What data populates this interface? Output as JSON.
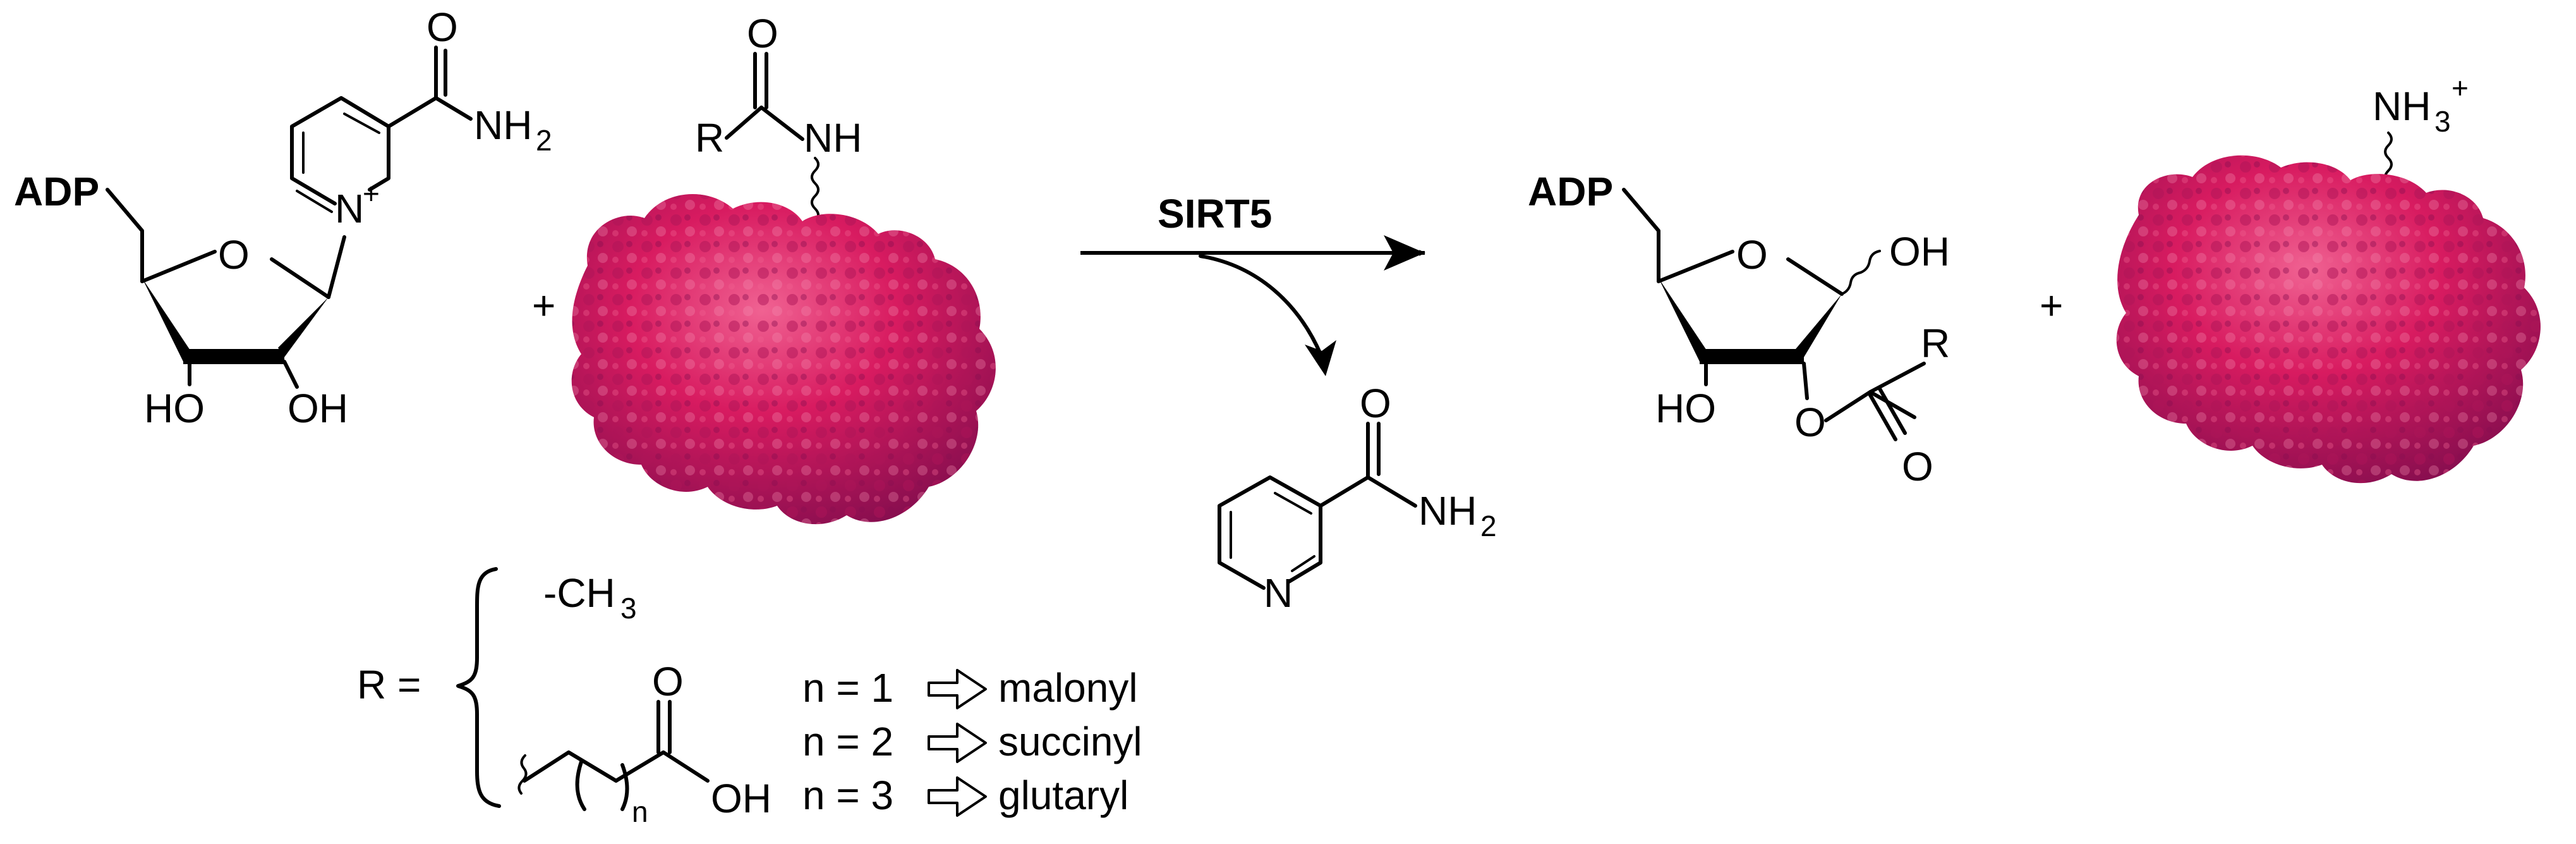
{
  "colors": {
    "protein": "#d81b60",
    "protein_dark": "#8e0a3a",
    "protein_light": "#f06292",
    "ink": "#000000",
    "background": "#ffffff"
  },
  "reactant_nad": {
    "adp": "ADP",
    "amide_n": "NH",
    "amide_sub": "2",
    "ring_n": "N",
    "ring_charge": "+",
    "oh_left": "HO",
    "oh_right": "OH",
    "ring_o": "O",
    "carbonyl_o": "O"
  },
  "reactant_protein": {
    "r": "R",
    "nh": "NH",
    "carbonyl_o": "O",
    "plus": "+"
  },
  "arrow": {
    "enzyme": "SIRT5"
  },
  "byproduct_nicotinamide": {
    "amide_n": "NH",
    "amide_sub": "2",
    "ring_n": "N",
    "carbonyl_o": "O"
  },
  "product_sugar": {
    "adp": "ADP",
    "ring_o": "O",
    "oh_anomeric": "OH",
    "oh_left": "HO",
    "ester_o": "O",
    "carbonyl_o": "O",
    "r": "R"
  },
  "product_protein": {
    "amine": "NH",
    "amine_sub": "3",
    "amine_charge": "+",
    "plus": "+"
  },
  "r_groups": {
    "r_equals": "R =",
    "methyl": "-CH",
    "methyl_sub": "3",
    "acid_o": "O",
    "acid_oh": "OH",
    "n_sub": "n",
    "items": [
      {
        "n": "n = 1",
        "name": "malonyl"
      },
      {
        "n": "n = 2",
        "name": "succinyl"
      },
      {
        "n": "n = 3",
        "name": "glutaryl"
      }
    ]
  }
}
